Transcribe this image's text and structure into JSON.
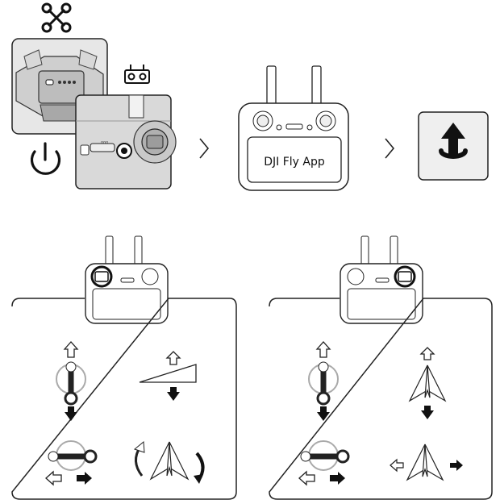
{
  "step1": {
    "drone_icon": "drone-icon",
    "controller_icon": "controller-icon",
    "power_icon": "power-icon"
  },
  "step2": {
    "screen_text": "DJI Fly App",
    "arrow_icon": "chevron-right-icon"
  },
  "step3": {
    "takeoff_icon": "takeoff-icon"
  },
  "panels": {
    "left": {
      "stick": "left-stick",
      "icons": [
        "throttle-up-down-icon",
        "altitude-icon",
        "yaw-left-right-icon",
        "rotate-icon"
      ]
    },
    "right": {
      "stick": "right-stick",
      "icons": [
        "pitch-forward-back-icon",
        "forward-plane-icon",
        "roll-left-right-icon",
        "roll-plane-icon"
      ]
    }
  },
  "colors": {
    "line": "#222222",
    "panel_bg": "#efefef",
    "fill_dark": "#1a1a1a"
  }
}
